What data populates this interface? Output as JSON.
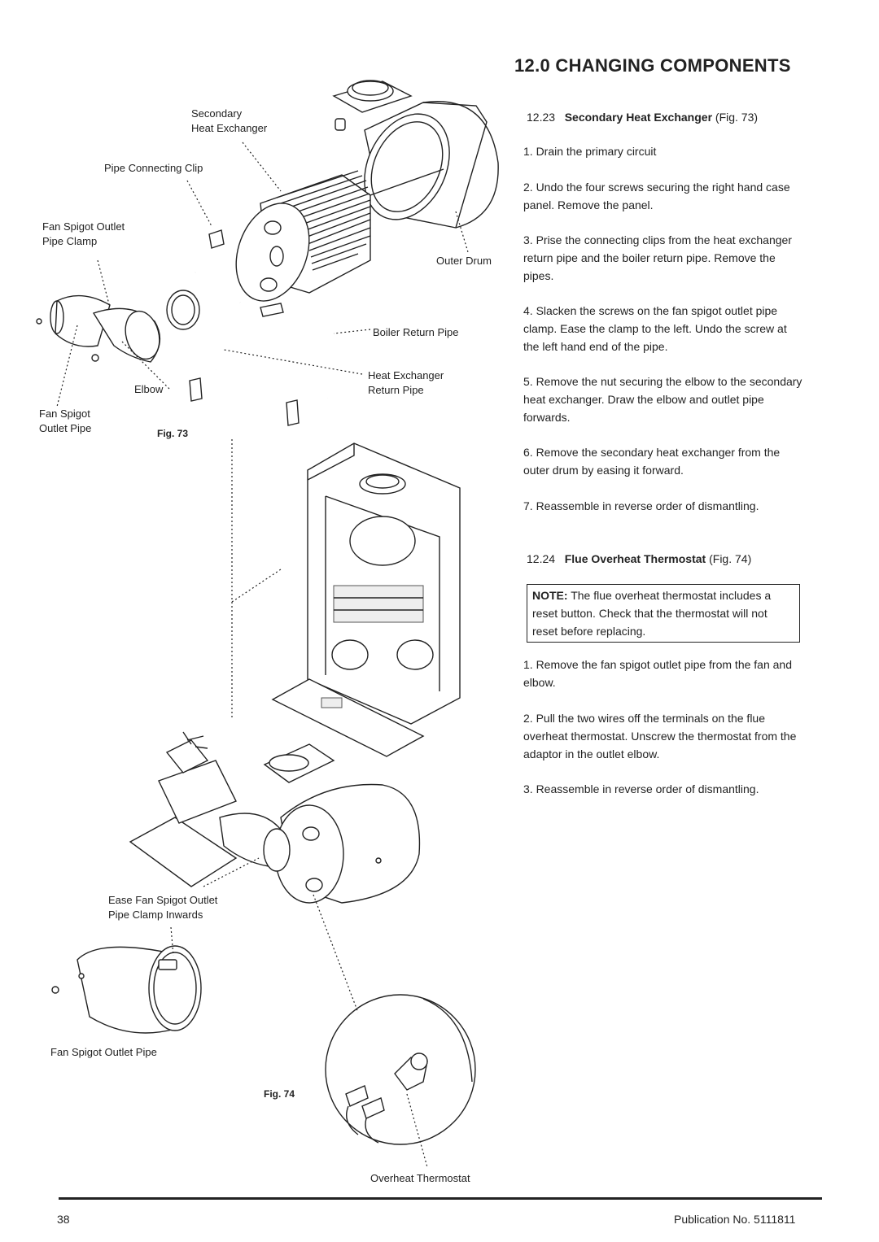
{
  "section_title": "12.0  CHANGING COMPONENTS",
  "sec1": {
    "number": "12.23",
    "heading": "Secondary Heat Exchanger",
    "fig_ref": "(Fig. 73)",
    "steps": [
      "1. Drain the primary circuit",
      "2. Undo the four screws securing the right hand case panel. Remove the panel.",
      "3. Prise the connecting clips from the heat exchanger return pipe and the boiler return pipe. Remove the pipes.",
      "4. Slacken the screws on the fan spigot outlet pipe clamp. Ease the clamp to the left. Undo the screw at the left hand end of the pipe.",
      "5. Remove the nut securing the elbow to the secondary heat exchanger. Draw the elbow and outlet pipe forwards.",
      "6. Remove the secondary heat exchanger from the outer drum by easing it forward.",
      "7. Reassemble in reverse order of dismantling."
    ]
  },
  "sec2": {
    "number": "12.24",
    "heading": "Flue Overheat Thermostat",
    "fig_ref": "(Fig. 74)",
    "note_label": "NOTE:",
    "note_text": " The flue overheat thermostat includes a reset button. Check that the thermostat will not reset before replacing.",
    "steps": [
      "1. Remove the fan spigot outlet pipe from the fan and elbow.",
      "2. Pull the two wires off the terminals on the flue overheat thermostat. Unscrew the thermostat from the adaptor in the outlet elbow.",
      "3. Reassemble in reverse order of dismantling."
    ]
  },
  "fig73": {
    "caption": "Fig. 73",
    "labels": {
      "secondary_heat_exchanger_1": "Secondary",
      "secondary_heat_exchanger_2": "Heat Exchanger",
      "pipe_connecting_clip": "Pipe Connecting Clip",
      "fan_spigot_clamp_1": "Fan Spigot Outlet",
      "fan_spigot_clamp_2": "Pipe Clamp",
      "outer_drum": "Outer Drum",
      "boiler_return_pipe": "Boiler Return Pipe",
      "hx_return_1": "Heat Exchanger",
      "hx_return_2": "Return Pipe",
      "elbow": "Elbow",
      "fan_spigot_pipe_1": "Fan Spigot",
      "fan_spigot_pipe_2": "Outlet Pipe"
    }
  },
  "fig74": {
    "caption": "Fig. 74",
    "labels": {
      "ease_clamp_1": "Ease Fan Spigot Outlet",
      "ease_clamp_2": "Pipe Clamp Inwards",
      "fan_spigot_outlet_pipe": "Fan Spigot Outlet Pipe",
      "overheat_thermostat": "Overheat Thermostat"
    }
  },
  "footer": {
    "page_number": "38",
    "publication": "Publication No. 5111811"
  }
}
